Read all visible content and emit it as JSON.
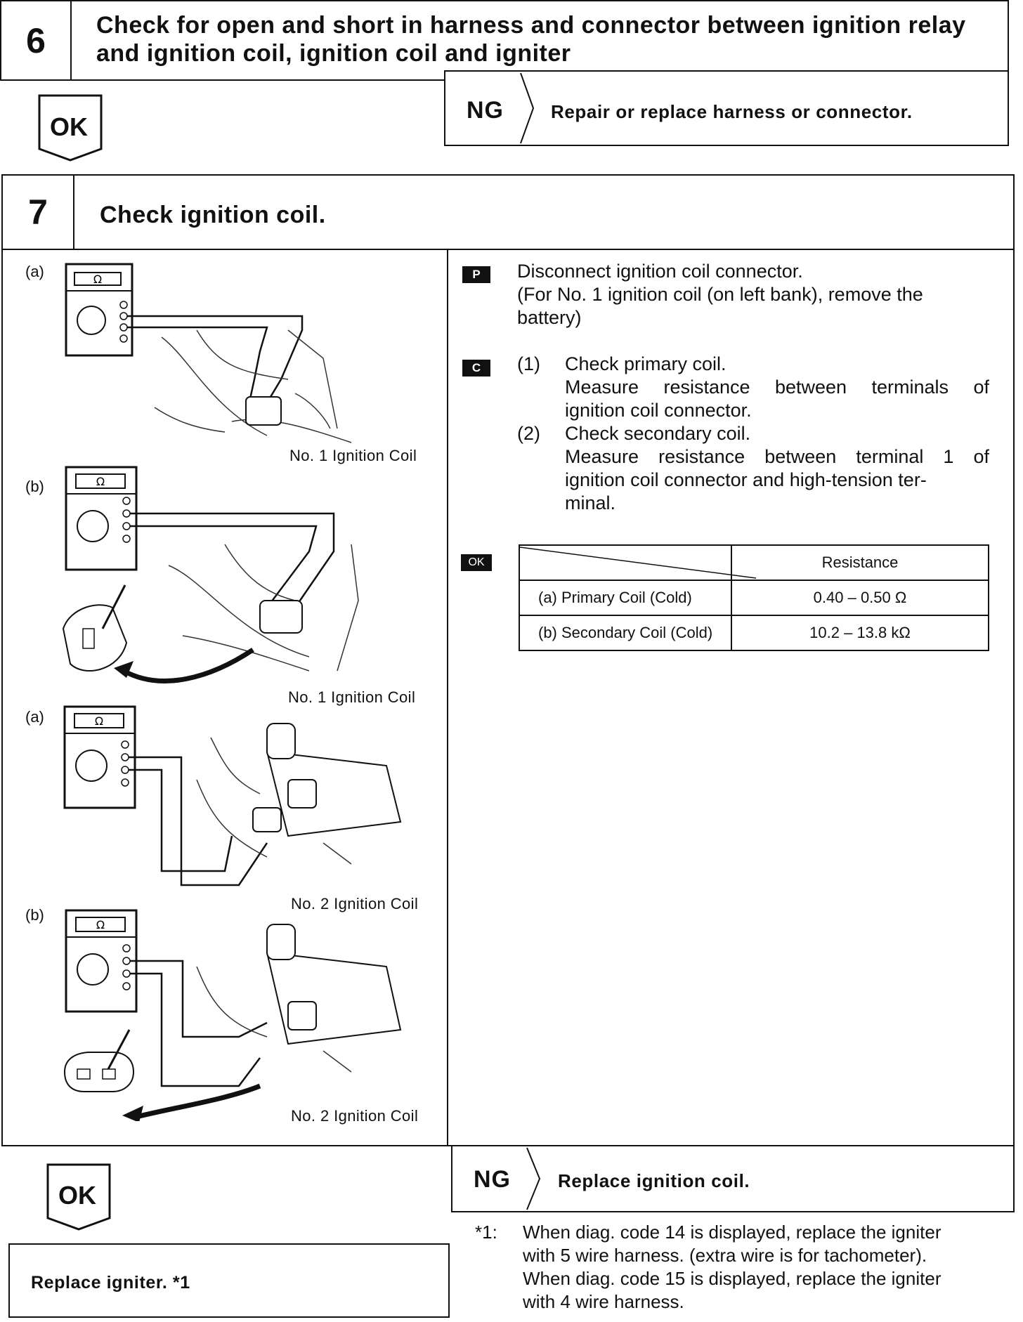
{
  "step6": {
    "number": "6",
    "title": "Check for open and short in harness and connector between ignition relay and ignition coil, ignition coil and igniter",
    "ok_label": "OK",
    "ng_label": "NG",
    "ng_action": "Repair or replace harness or connector."
  },
  "step7": {
    "number": "7",
    "title": "Check ignition coil.",
    "figures": [
      {
        "tag": "(a)",
        "caption": "No. 1 Ignition Coil"
      },
      {
        "tag": "(b)",
        "caption": "No. 1 Ignition Coil"
      },
      {
        "tag": "(a)",
        "caption": "No. 2 Ignition Coil"
      },
      {
        "tag": "(b)",
        "caption": "No. 2 Ignition Coil"
      }
    ],
    "ohm_symbol": "Ω",
    "badges": {
      "p": "P",
      "c": "C",
      "ok": "OK"
    },
    "prep": {
      "line1": "Disconnect ignition coil connector.",
      "line2": "(For No. 1 ignition coil (on left bank), remove the",
      "line3": "battery)"
    },
    "checks": [
      {
        "num": "(1)",
        "title": "Check primary coil.",
        "lines": [
          "Measure resistance between terminals of",
          "ignition coil connector."
        ]
      },
      {
        "num": "(2)",
        "title": "Check secondary coil.",
        "lines": [
          "Measure resistance between terminal 1 of",
          "ignition coil connector and high-tension ter-",
          "minal."
        ]
      }
    ],
    "table": {
      "header": "Resistance",
      "rows": [
        {
          "label": "(a) Primary Coil (Cold)",
          "value": "0.40 – 0.50 Ω"
        },
        {
          "label": "(b) Secondary Coil (Cold)",
          "value": "10.2 – 13.8 kΩ"
        }
      ]
    },
    "ok_label": "OK",
    "ng_label": "NG",
    "ng_action": "Replace ignition coil.",
    "ok_action": "Replace igniter. *1"
  },
  "footnote": {
    "marker": "*1:",
    "lines": [
      "When diag. code 14 is displayed, replace the igniter",
      "with 5 wire harness. (extra wire is for tachometer).",
      "When diag. code 15 is displayed, replace the igniter",
      "with 4 wire harness."
    ]
  }
}
